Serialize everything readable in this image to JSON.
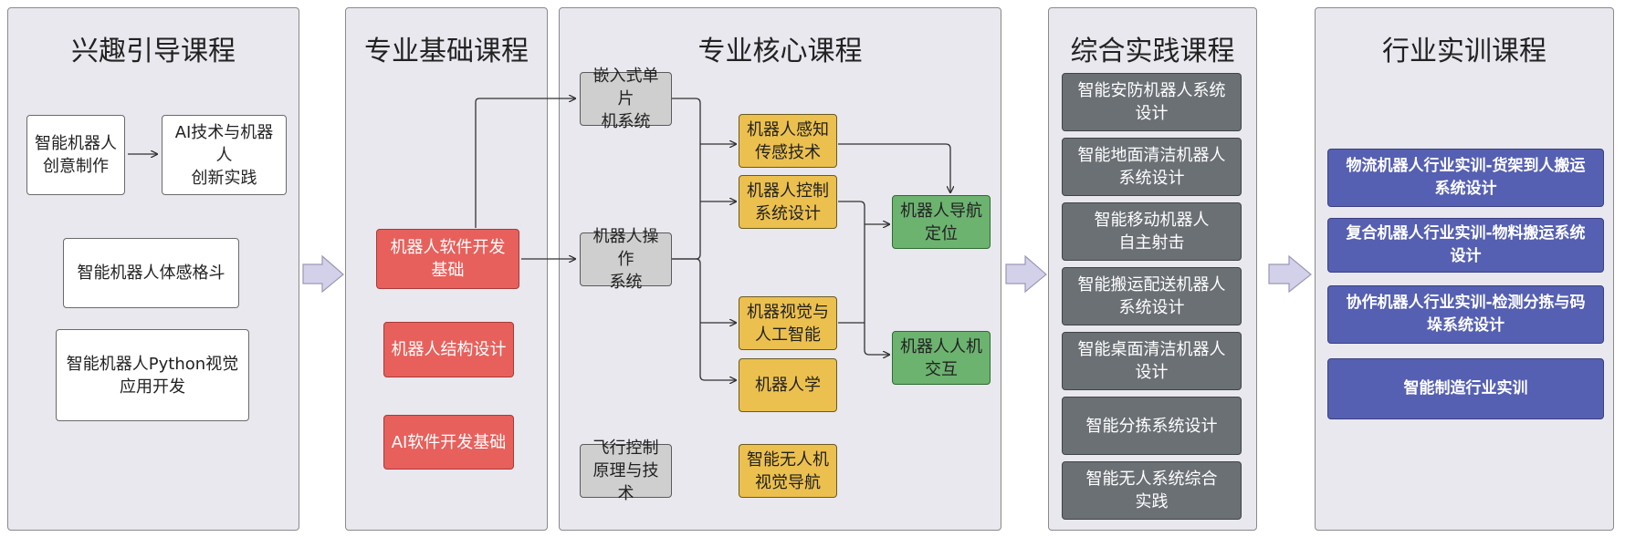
{
  "columns": {
    "interest": {
      "title": "兴趣引导课程",
      "courses": [
        "智能机器人\n创意制作",
        "AI技术与机器人\n创新实践",
        "智能机器人体感格斗",
        "智能机器人Python视觉\n应用开发"
      ]
    },
    "foundation": {
      "title": "专业基础课程",
      "courses": [
        "机器人软件开发\n基础",
        "机器人结构设计",
        "AI软件开发基础"
      ]
    },
    "core": {
      "title": "专业核心课程",
      "courses": [
        "嵌入式单片\n机系统",
        "机器人操作\n系统",
        "飞行控制\n原理与技术",
        "机器人感知\n传感技术",
        "机器人控制\n系统设计",
        "机器视觉与\n人工智能",
        "机器人学",
        "智能无人机\n视觉导航",
        "机器人导航\n定位",
        "机器人人机\n交互"
      ]
    },
    "practice": {
      "title": "综合实践课程",
      "courses": [
        "智能安防机器人系统\n设计",
        "智能地面清洁机器人\n系统设计",
        "智能移动机器人\n自主射击",
        "智能搬运配送机器人\n系统设计",
        "智能桌面清洁机器人\n设计",
        "智能分拣系统设计",
        "智能无人系统综合\n实践"
      ]
    },
    "industry": {
      "title": "行业实训课程",
      "courses": [
        "物流机器人行业实训-货架到人搬运\n系统设计",
        "复合机器人行业实训-物料搬运系统\n设计",
        "协作机器人行业实训-检测分拣与码\n垛系统设计",
        "智能制造行业实训"
      ]
    }
  },
  "colors": {
    "panel": "#e8e8ee",
    "red": "#e7605c",
    "yellow": "#ecc04e",
    "green": "#6cb370",
    "gray": "#cfcfcf",
    "dark": "#6b7075",
    "blue": "#5660b2",
    "flow_arrow": "#cfcde6"
  },
  "icons": [
    "arrow-right-icon"
  ]
}
